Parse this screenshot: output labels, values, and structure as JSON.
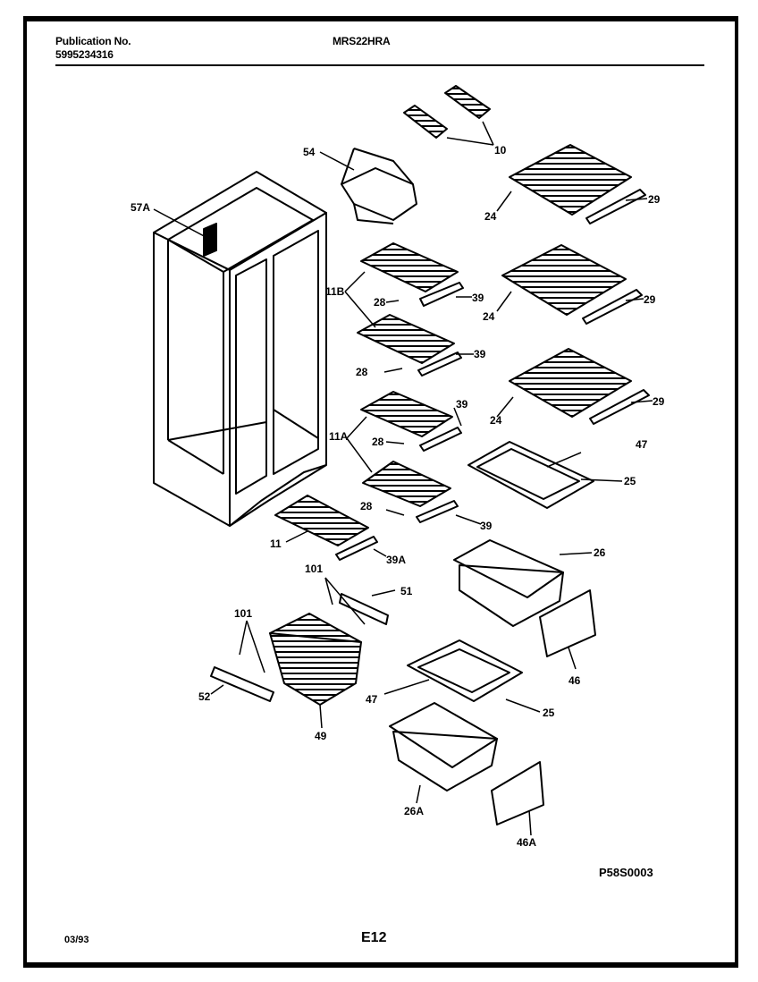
{
  "header": {
    "publication_label": "Publication No.",
    "publication_number": "5995234316",
    "model": "MRS22HRA"
  },
  "parts": [
    {
      "id": "p10",
      "label": "10"
    },
    {
      "id": "p54",
      "label": "54"
    },
    {
      "id": "p57A",
      "label": "57A"
    },
    {
      "id": "p24a",
      "label": "24"
    },
    {
      "id": "p29a",
      "label": "29"
    },
    {
      "id": "p11B",
      "label": "11B"
    },
    {
      "id": "p28a",
      "label": "28"
    },
    {
      "id": "p39a",
      "label": "39"
    },
    {
      "id": "p24b",
      "label": "24"
    },
    {
      "id": "p29b",
      "label": "29"
    },
    {
      "id": "p28b",
      "label": "28"
    },
    {
      "id": "p39b",
      "label": "39"
    },
    {
      "id": "p24c",
      "label": "24"
    },
    {
      "id": "p29c",
      "label": "29"
    },
    {
      "id": "p39c",
      "label": "39"
    },
    {
      "id": "p11A",
      "label": "11A"
    },
    {
      "id": "p28c",
      "label": "28"
    },
    {
      "id": "p47a",
      "label": "47"
    },
    {
      "id": "p25a",
      "label": "25"
    },
    {
      "id": "p28d",
      "label": "28"
    },
    {
      "id": "p39d",
      "label": "39"
    },
    {
      "id": "p11",
      "label": "11"
    },
    {
      "id": "p39A",
      "label": "39A"
    },
    {
      "id": "p26",
      "label": "26"
    },
    {
      "id": "p101a",
      "label": "101"
    },
    {
      "id": "p51",
      "label": "51"
    },
    {
      "id": "p101b",
      "label": "101"
    },
    {
      "id": "p46",
      "label": "46"
    },
    {
      "id": "p52",
      "label": "52"
    },
    {
      "id": "p47b",
      "label": "47"
    },
    {
      "id": "p25b",
      "label": "25"
    },
    {
      "id": "p49",
      "label": "49"
    },
    {
      "id": "p26A",
      "label": "26A"
    },
    {
      "id": "p46A",
      "label": "46A"
    }
  ],
  "footer": {
    "date": "03/93",
    "page": "E12",
    "figure_code": "P58S0003"
  }
}
